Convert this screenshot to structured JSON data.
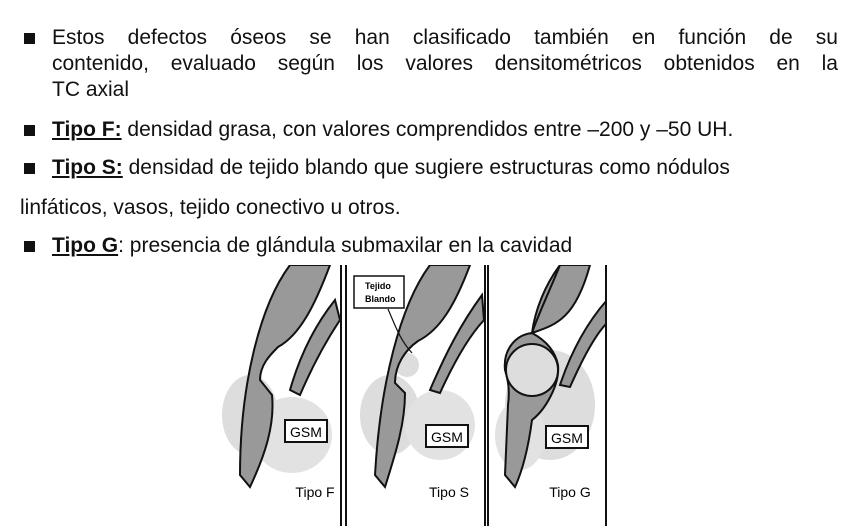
{
  "intro": {
    "line1": "Estos defectos óseos se han clasificado también en función de su",
    "line2": "contenido, evaluado según los valores densitométricos obtenidos en la",
    "line3": "TC axial"
  },
  "tipo_f": {
    "label": "Tipo F:",
    "text": " densidad grasa, con valores comprendidos entre –200 y –50 UH."
  },
  "tipo_s": {
    "label": "Tipo S:",
    "text": " densidad de tejido blando que sugiere estructuras como nódulos",
    "continuation": "linfáticos, vasos, tejido conectivo u otros."
  },
  "tipo_g": {
    "label": "Tipo G",
    "text": ": presencia de glándula submaxilar en la cavidad"
  },
  "figure": {
    "gsm": "GSM",
    "tejido_line1": "Tejido",
    "tejido_line2": "Blando",
    "captions": [
      "Tipo F",
      "Tipo S",
      "Tipo G"
    ]
  }
}
